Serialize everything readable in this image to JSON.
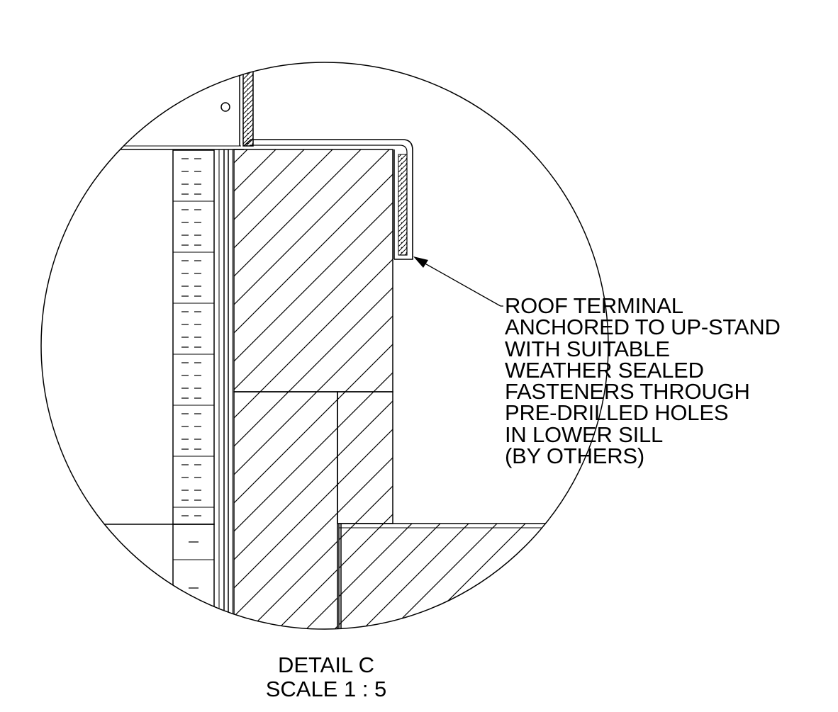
{
  "callout": {
    "lines": [
      "ROOF TERMINAL",
      "ANCHORED TO UP-STAND",
      "WITH SUITABLE",
      "WEATHER SEALED",
      "FASTENERS THROUGH",
      "PRE-DRILLED HOLES",
      "IN LOWER SILL",
      "(BY OTHERS)"
    ]
  },
  "detail": {
    "title": "DETAIL C",
    "scale": "SCALE 1 : 5"
  },
  "colors": {
    "line": "#000000",
    "background": "#ffffff"
  }
}
